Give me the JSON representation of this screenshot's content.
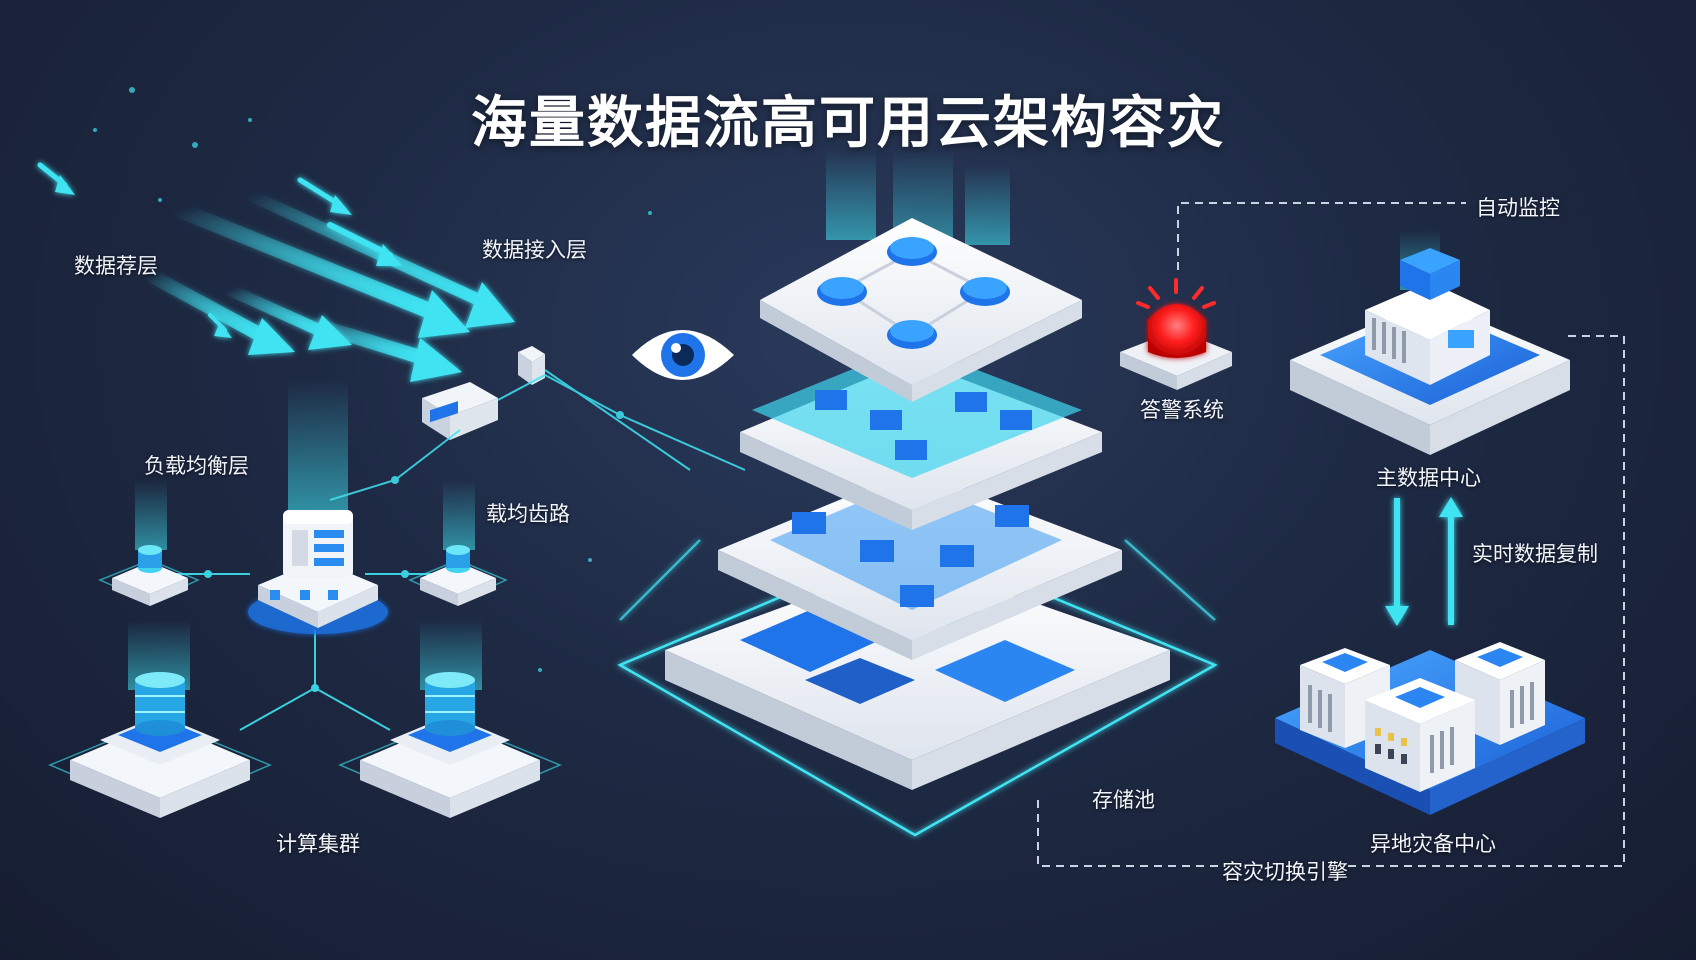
{
  "title": "海量数据流高可用云架构容灾",
  "labels": {
    "data_source": "数据荐层",
    "ingest": "数据接入层",
    "load_balancer": "负载均衡层",
    "lb_route": "载均齿路",
    "compute": "计算集群",
    "storage": "存储池",
    "alarm": "答警系统",
    "monitor": "自动监控",
    "primary_dc": "主数据中心",
    "replication": "实时数据复制",
    "dr_dc": "异地灾备中心",
    "failover": "容灾切换引擎"
  },
  "colors": {
    "cyan": "#3fe3f2",
    "blue": "#1e74e8",
    "alarm_red": "#ff2a2a",
    "white_platform": "#eef2f7"
  }
}
